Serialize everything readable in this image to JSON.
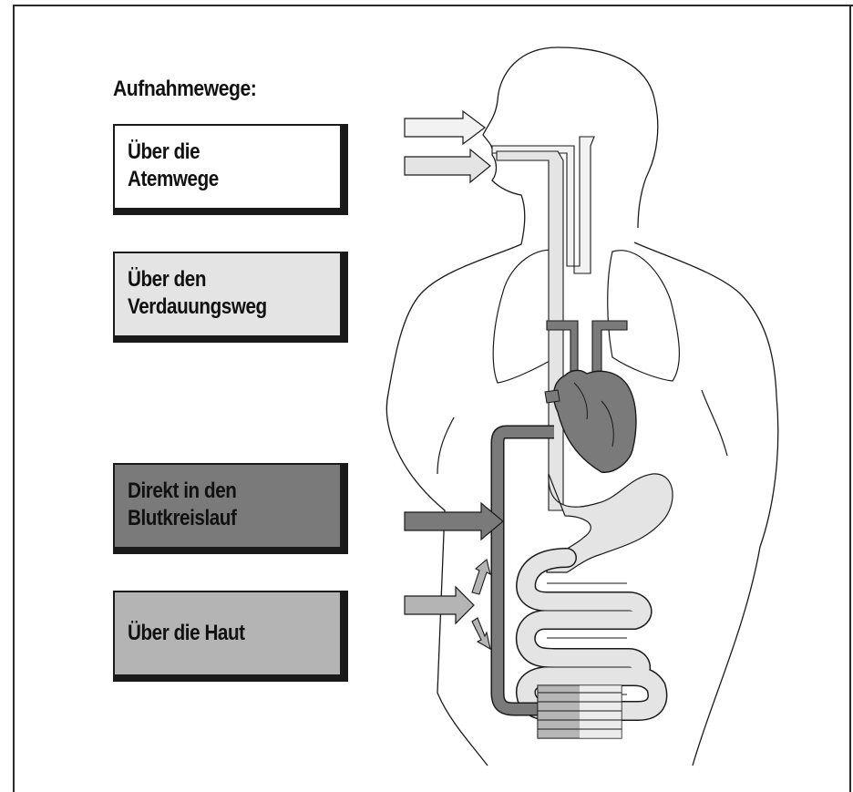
{
  "title": "Aufnahmewege:",
  "routes": [
    {
      "line1": "Über die",
      "line2": "Atemwege"
    },
    {
      "line1": "Über den",
      "line2": "Verdauungsweg"
    },
    {
      "line1": "Direkt in den",
      "line2": "Blutkreislauf"
    },
    {
      "line1": "Über die Haut",
      "line2": ""
    }
  ],
  "colors": {
    "airway": "#f2f2f2",
    "digestive": "#e4e4e4",
    "blood": "#7a7a7a",
    "skin": "#b4b4b4",
    "outline": "#1a1a1a"
  },
  "icons": [
    "human-body-outline",
    "heart-icon",
    "lungs-icon",
    "stomach-icon",
    "intestine-icon",
    "arrow-icon"
  ]
}
